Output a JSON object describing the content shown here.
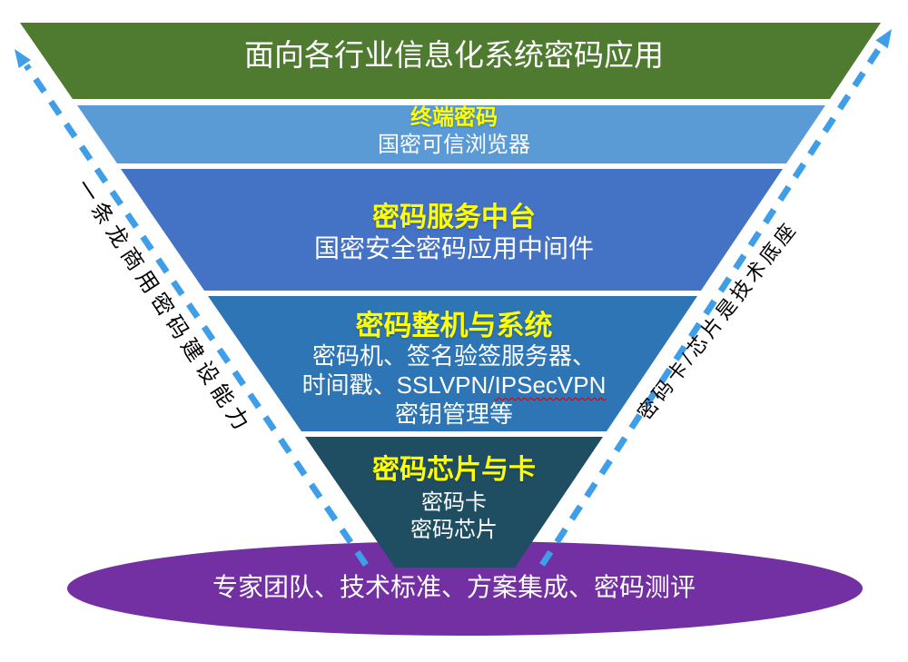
{
  "diagram": {
    "title": "面向各行业信息化系统密码应用",
    "layers": {
      "terminal": {
        "heading": "终端密码",
        "line1": "国密可信浏览器"
      },
      "middleware": {
        "heading": "密码服务中台",
        "line1": "国密安全密码应用中间件"
      },
      "systems": {
        "heading": "密码整机与系统",
        "line1": "密码机、签名验签服务器、",
        "line2_prefix": "时间戳、SSLVPN/",
        "line2_underlined": "IPSecVPN",
        "line3": "密钥管理等"
      },
      "chips": {
        "heading": "密码芯片与卡",
        "line1": "密码卡",
        "line2": "密码芯片"
      }
    },
    "base": {
      "text": "专家团队、技术标准、方案集成、密码测评"
    },
    "side_labels": {
      "left": "一条龙商用密码建设能力",
      "right": "密码卡/芯片是技术底座"
    },
    "colors": {
      "top_band": "#4e7b2f",
      "terminal_band": "#5b9bd5",
      "middleware_band": "#4472c4",
      "systems_band": "#2e75b6",
      "chips_band": "#1f4e63",
      "base_ellipse": "#7330a3",
      "arrow": "#3f9ee8",
      "heading_text": "#ffff00",
      "body_text": "#ffffff",
      "side_text": "#000000"
    }
  }
}
